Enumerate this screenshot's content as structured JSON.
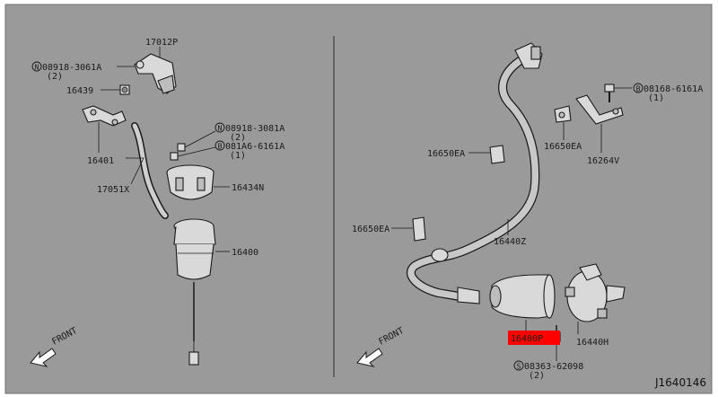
{
  "diagram_id": "J1640146",
  "colors": {
    "panel_bg": "#9a9a9a",
    "highlight": "#ff0000",
    "line": "#1a1a1a",
    "part_fill": "#d9d9d9"
  },
  "left_panel": {
    "labels": {
      "p17012P": "17012P",
      "n08918_3061A": "08918-3061A",
      "n08918_3061A_qty": "(2)",
      "p16439": "16439",
      "n08918_3081A": "08918-3081A",
      "n08918_3081A_qty": "(2)",
      "b081A6_6161A": "081A6-6161A",
      "b081A6_6161A_qty": "(1)",
      "p16401": "16401",
      "p17051X": "17051X",
      "p16434N": "16434N",
      "p16400": "16400"
    },
    "front_label": "FRONT"
  },
  "right_panel": {
    "labels": {
      "b08168_6161A": "08168-6161A",
      "b08168_6161A_qty": "(1)",
      "p16650EA_a": "16650EA",
      "p16650EA_b": "16650EA",
      "p16264V": "16264V",
      "p16650EA_c": "16650EA",
      "p16440Z": "16440Z",
      "p16400P": "16400P",
      "p16440H": "16440H",
      "s08363_62098": "08363-62098",
      "s08363_62098_qty": "(2)"
    },
    "front_label": "FRONT",
    "highlighted_part": "16400P"
  },
  "prefix_symbols": {
    "n": "N",
    "b": "B",
    "s": "S"
  }
}
